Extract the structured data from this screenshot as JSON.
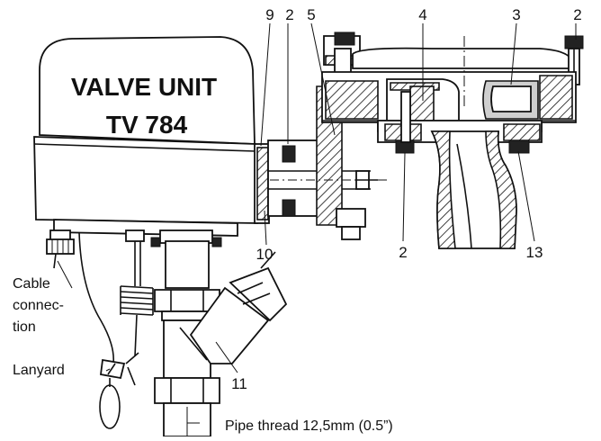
{
  "title": {
    "line1": "VALVE UNIT",
    "line2": "TV 784"
  },
  "callouts": {
    "n9": "9",
    "n2a": "2",
    "n5": "5",
    "n4": "4",
    "n3": "3",
    "n2b": "2",
    "n10": "10",
    "n2c": "2",
    "n13": "13",
    "n11": "11"
  },
  "labels": {
    "cable_line1": "Cable",
    "cable_line2": "connec-",
    "cable_line3": "tion",
    "lanyard": "Lanyard",
    "pipe_thread": "Pipe thread 12,5mm (0.5”)"
  }
}
